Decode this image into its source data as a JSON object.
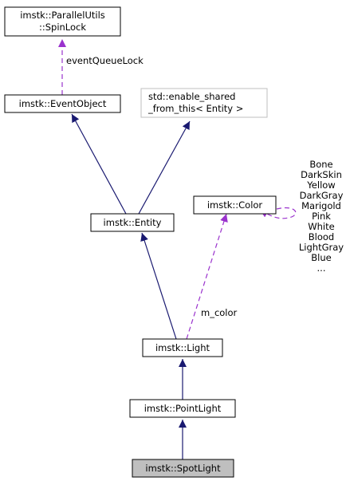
{
  "nodes": {
    "spinlock": {
      "line1": "imstk::ParallelUtils",
      "line2": "::SpinLock"
    },
    "eventobject": {
      "label": "imstk::EventObject"
    },
    "enable_shared": {
      "line1": "std::enable_shared",
      "line2": "_from_this< Entity >"
    },
    "entity": {
      "label": "imstk::Entity"
    },
    "color": {
      "label": "imstk::Color"
    },
    "light": {
      "label": "imstk::Light"
    },
    "pointlight": {
      "label": "imstk::PointLight"
    },
    "spotlight": {
      "label": "imstk::SpotLight"
    }
  },
  "edges": {
    "event_queue_lock": "eventQueueLock",
    "m_color": "m_color"
  },
  "color_members": [
    "Bone",
    "DarkSkin",
    "Yellow",
    "DarkGray",
    "Marigold",
    "Pink",
    "White",
    "Blood",
    "LightGray",
    "Blue",
    "..."
  ],
  "colors": {
    "inheritance": "#191970",
    "usage": "#9a32cd",
    "node_border": "#000000",
    "grey_border": "#bfbfbf",
    "highlight_fill": "#bfbfbf"
  }
}
